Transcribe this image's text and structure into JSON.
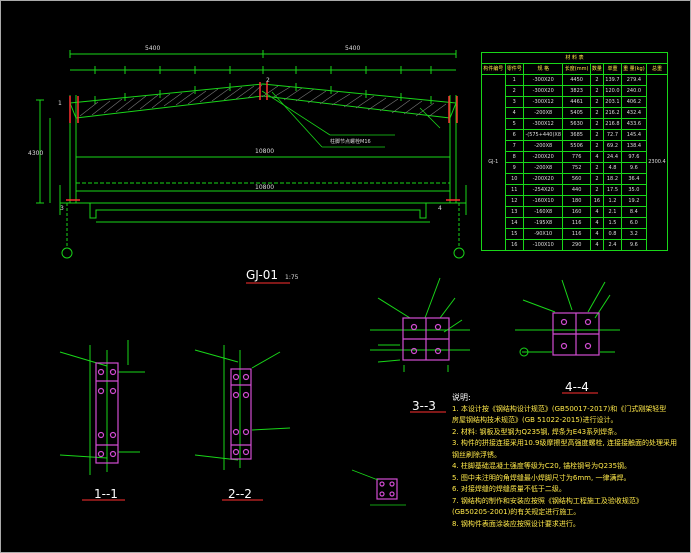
{
  "drawing": {
    "main_label": "GJ-01",
    "main_scale": "1:75",
    "dim_top_left": "5400",
    "dim_top_right": "5400",
    "span_top": "10800",
    "span_bottom": "10800",
    "height_dim": "4300",
    "node_labels": [
      "1",
      "2",
      "3",
      "4"
    ],
    "section_labels": [
      "1--1",
      "2--2",
      "3--3",
      "4--4"
    ],
    "leader_note": "柱脚节点螺栓M16"
  },
  "table": {
    "title": "材 料 表",
    "headers": [
      "构件编号",
      "零件号",
      "规 格",
      "长度(mm)",
      "数量",
      "单重",
      "重 量(kg)",
      "总重"
    ],
    "member": "GJ-1",
    "total_weight": "2300.4",
    "rows": [
      [
        "1",
        "-300X20",
        "4450",
        "2",
        "139.7",
        "279.4"
      ],
      [
        "2",
        "-300X20",
        "3823",
        "2",
        "120.0",
        "240.0"
      ],
      [
        "3",
        "-300X12",
        "4461",
        "2",
        "203.1",
        "406.2"
      ],
      [
        "4",
        "-200X8",
        "5405",
        "2",
        "216.2",
        "432.4"
      ],
      [
        "5",
        "-300X12",
        "5630",
        "2",
        "216.8",
        "433.6"
      ],
      [
        "6",
        "-(575+440)X8",
        "3685",
        "2",
        "72.7",
        "145.4"
      ],
      [
        "7",
        "-200X8",
        "5506",
        "2",
        "69.2",
        "138.4"
      ],
      [
        "8",
        "-200X20",
        "776",
        "4",
        "24.4",
        "97.6"
      ],
      [
        "9",
        "-200X8",
        "752",
        "2",
        "4.8",
        "9.6"
      ],
      [
        "10",
        "-200X20",
        "560",
        "2",
        "18.2",
        "36.4"
      ],
      [
        "11",
        "-254X20",
        "440",
        "2",
        "17.5",
        "35.0"
      ],
      [
        "12",
        "-160X10",
        "180",
        "16",
        "1.2",
        "19.2"
      ],
      [
        "13",
        "-160X8",
        "160",
        "4",
        "2.1",
        "8.4"
      ],
      [
        "14",
        "-195X8",
        "116",
        "4",
        "1.5",
        "6.0"
      ],
      [
        "15",
        "-90X10",
        "116",
        "4",
        "0.8",
        "3.2"
      ],
      [
        "16",
        "-100X10",
        "290",
        "4",
        "2.4",
        "9.6"
      ]
    ]
  },
  "notes": {
    "heading": "说明:",
    "lines": [
      "1. 本设计按《钢结构设计规范》(GB50017-2017)和《门式刚架轻型",
      "   房屋钢结构技术规范》(GB 51022-2015)进行设计。",
      "2. 材料: 钢板及型钢为Q235钢, 焊条为E43系列焊条。",
      "3. 构件的拼接连接采用10.9级摩擦型高强度螺栓, 连接接触面的处理采用",
      "   钢丝刷除浮锈。",
      "4. 柱脚基础混凝土强度等级为C20, 锚栓钢号为Q235钢。",
      "5. 图中未注明的角焊缝最小焊脚尺寸为6mm, 一律满焊。",
      "6. 对接焊缝的焊缝质量不低于二级。",
      "7. 钢结构的制作和安装应按照《钢结构工程施工及验收规范》",
      "   (GB50205-2001)的有关规定进行施工。",
      "8. 钢构件表面涂装应按照设计要求进行。"
    ]
  }
}
